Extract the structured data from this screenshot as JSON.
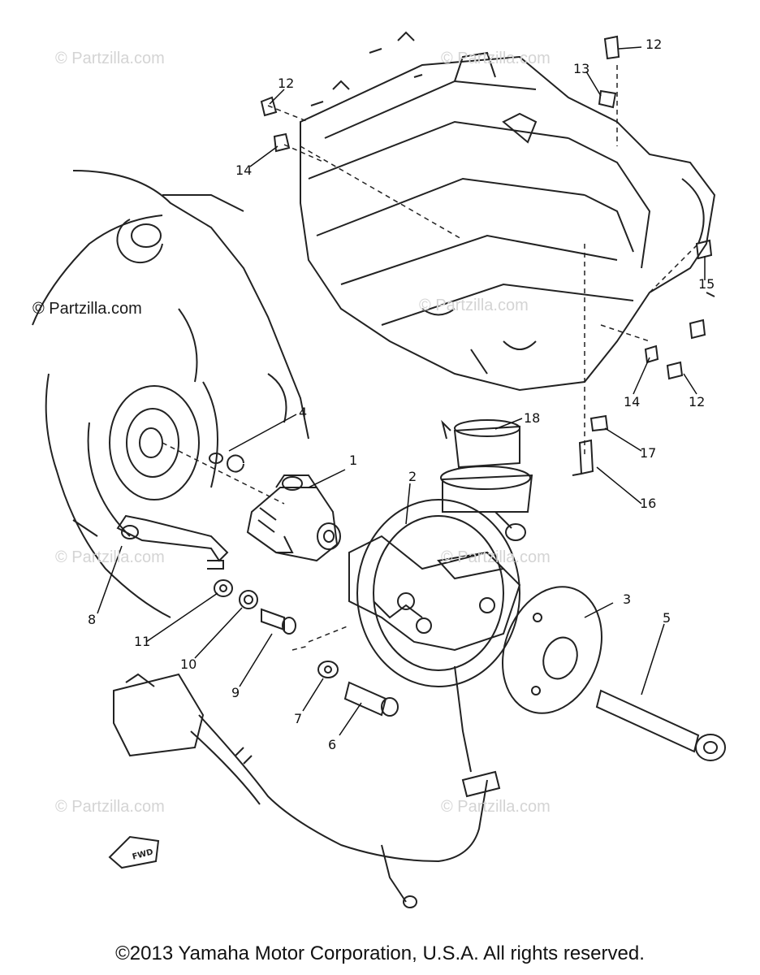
{
  "watermarks": [
    "© Partzilla.com",
    "© Partzilla.com",
    "© Partzilla.com",
    "© Partzilla.com",
    "© Partzilla.com",
    "© Partzilla.com",
    "© Partzilla.com",
    "© Partzilla.com"
  ],
  "parts": [
    {
      "id": "1",
      "label": "1"
    },
    {
      "id": "2",
      "label": "2"
    },
    {
      "id": "3",
      "label": "3"
    },
    {
      "id": "4",
      "label": "4"
    },
    {
      "id": "5",
      "label": "5"
    },
    {
      "id": "6",
      "label": "6"
    },
    {
      "id": "7",
      "label": "7"
    },
    {
      "id": "8",
      "label": "8"
    },
    {
      "id": "9",
      "label": "9"
    },
    {
      "id": "10",
      "label": "10"
    },
    {
      "id": "11",
      "label": "11"
    },
    {
      "id": "12a",
      "label": "12"
    },
    {
      "id": "12b",
      "label": "12"
    },
    {
      "id": "12c",
      "label": "12"
    },
    {
      "id": "13",
      "label": "13"
    },
    {
      "id": "14a",
      "label": "14"
    },
    {
      "id": "14b",
      "label": "14"
    },
    {
      "id": "15",
      "label": "15"
    },
    {
      "id": "16",
      "label": "16"
    },
    {
      "id": "17",
      "label": "17"
    },
    {
      "id": "18",
      "label": "18"
    }
  ],
  "fwd_mark": "FWD",
  "copyright": "©2013 Yamaha Motor Corporation, U.S.A. All rights reserved."
}
